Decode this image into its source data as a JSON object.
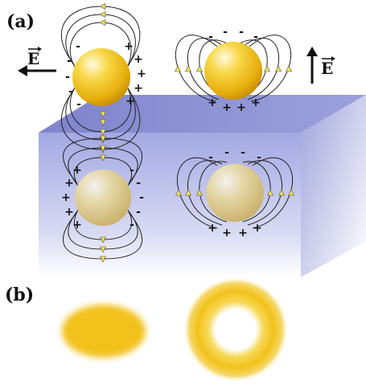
{
  "labels": {
    "panel_a": "(a)",
    "panel_b": "(b)",
    "field_symbol_left": "E",
    "field_symbol_right": "E"
  },
  "charges": {
    "plus": "+",
    "minus": "-"
  },
  "colors": {
    "gold": "#f2c21a",
    "gold_highlight": "#fff6c8",
    "substrate_top": "#8c8fd2",
    "substrate_front": "#a9aee6",
    "arrow_marker": "#f3e24a",
    "text": "#111111"
  },
  "icons": {
    "field_arrow_left": "arrow-left-icon",
    "field_arrow_up": "arrow-up-icon"
  }
}
